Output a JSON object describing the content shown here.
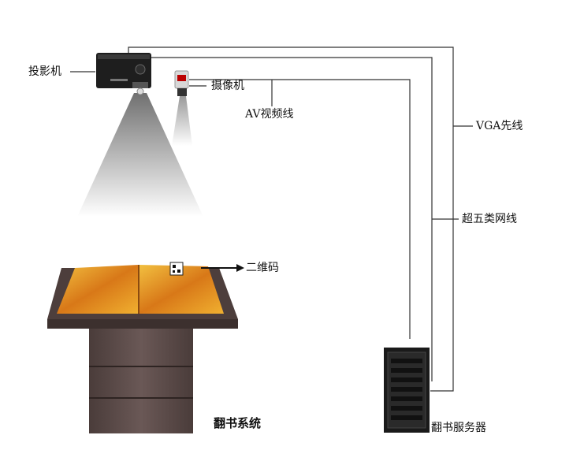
{
  "labels": {
    "projector": "投影机",
    "camera": "摄像机",
    "av_cable": "AV视频线",
    "vga_cable": "VGA先线",
    "network_cable": "超五类网线",
    "qr_code": "二维码",
    "book_system": "翻书系统",
    "server": "翻书服务器"
  },
  "colors": {
    "cable": "#333333",
    "cabinet": "#5a4a48",
    "server": "#1a1a1a",
    "book_page": "#e8a020"
  }
}
